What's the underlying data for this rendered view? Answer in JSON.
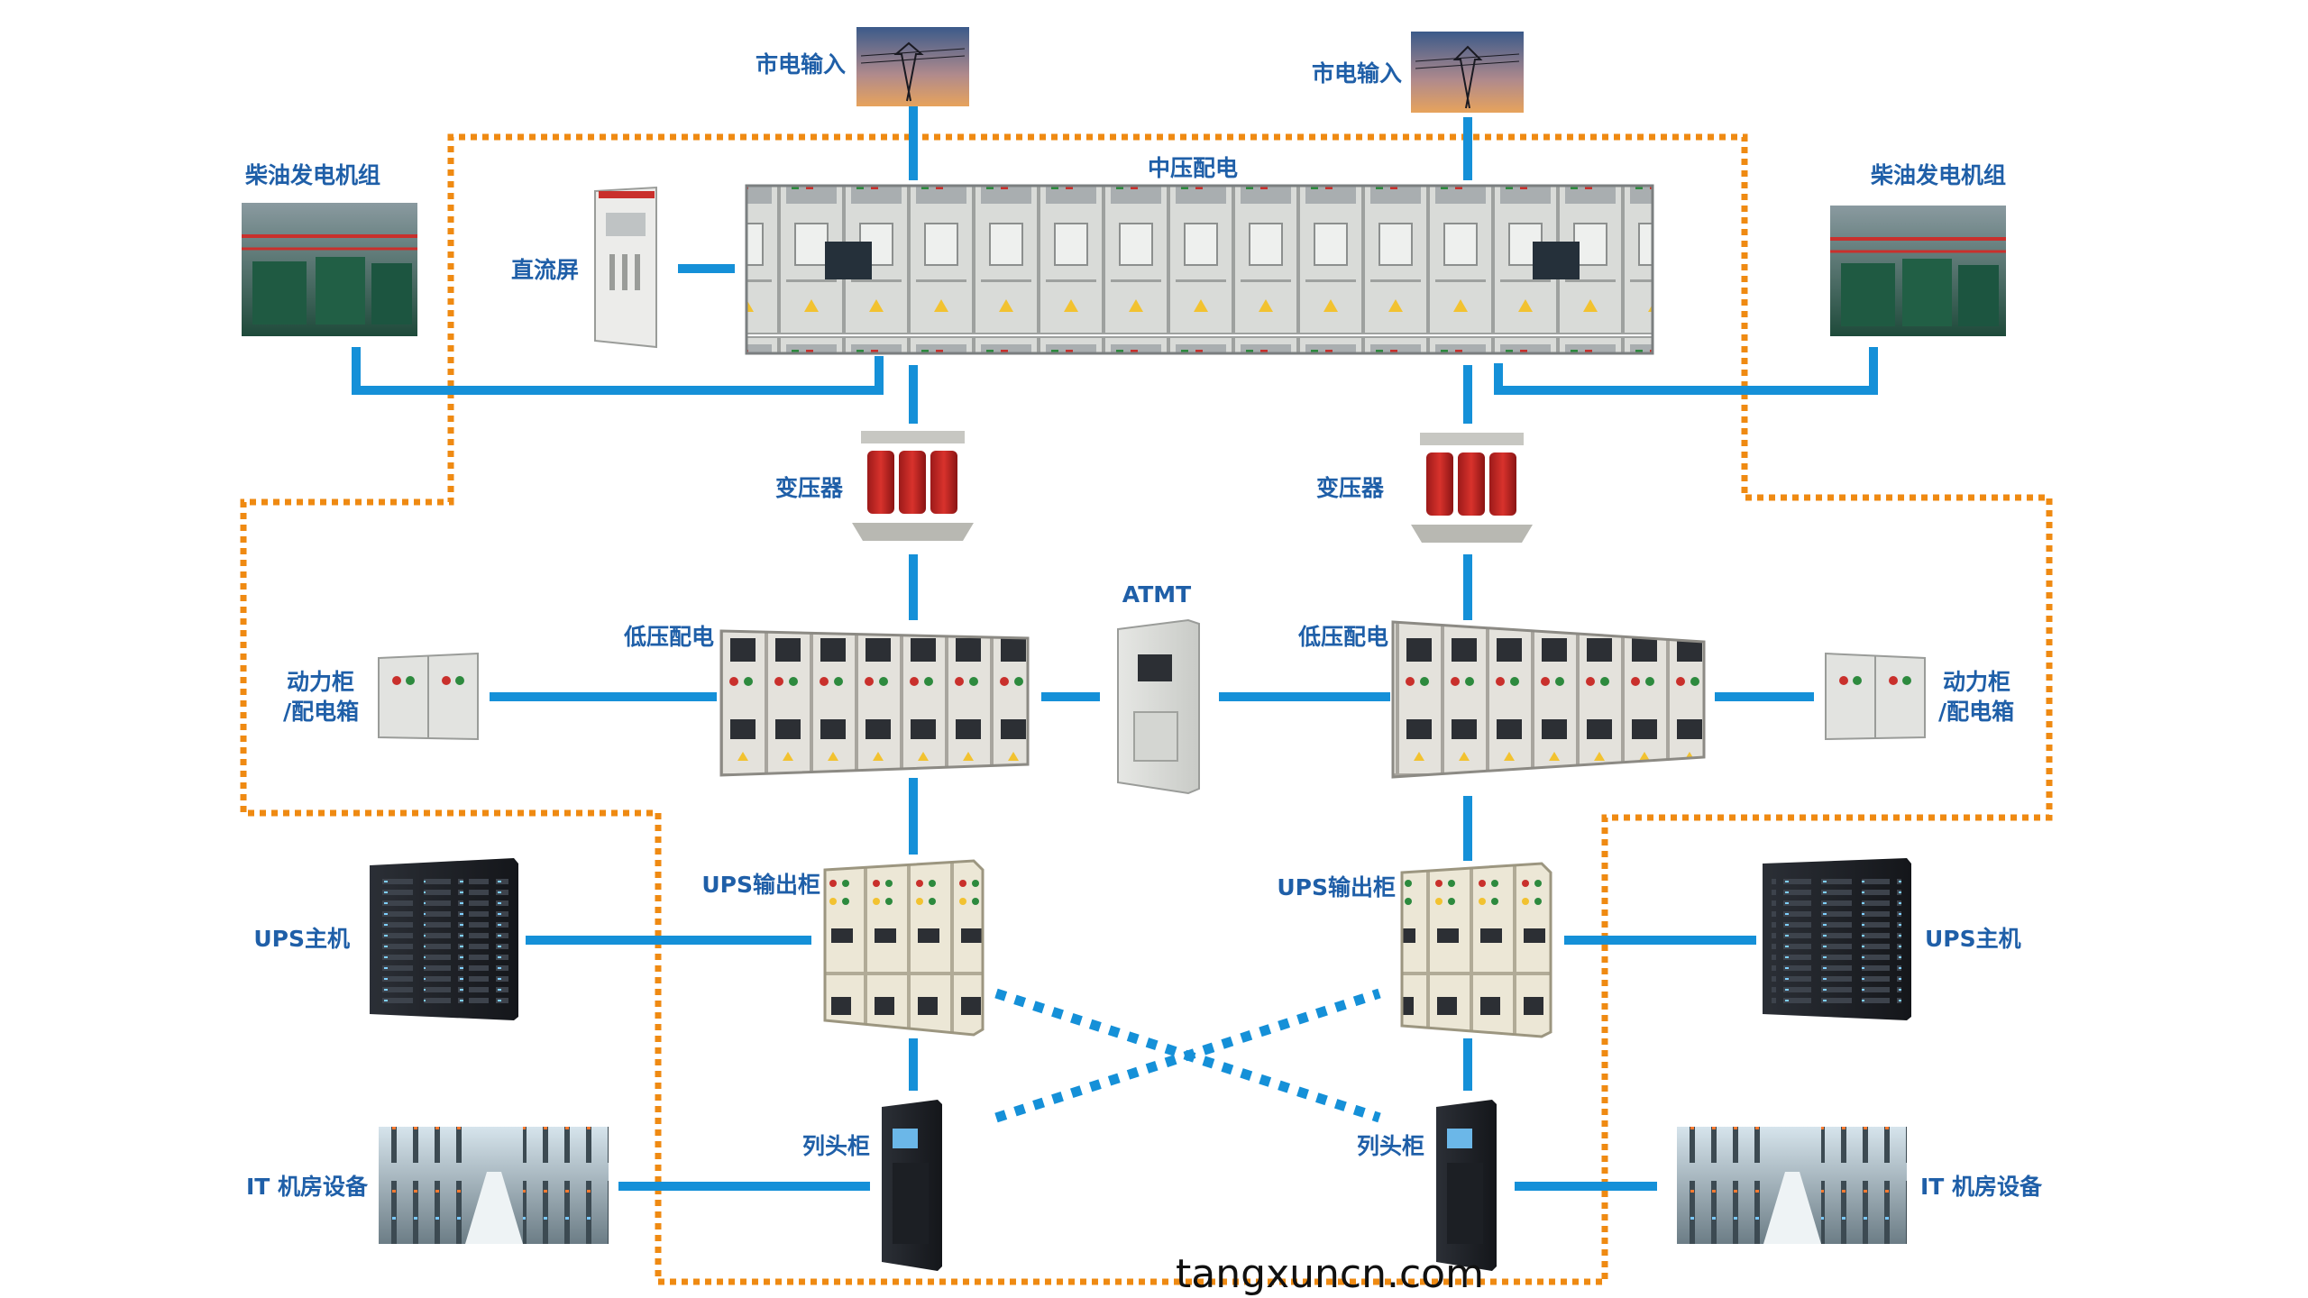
{
  "labels": {
    "grid_input_left": "市电输入",
    "grid_input_right": "市电输入",
    "mv_switchgear": "中压配电",
    "dc_panel": "直流屏",
    "generator_left": "柴油发电机组",
    "generator_right": "柴油发电机组",
    "transformer_left": "变压器",
    "transformer_right": "变压器",
    "atmt": "ATMT",
    "lv_left": "低压配电",
    "lv_right": "低压配电",
    "power_cabinet_left_line1": "动力柜",
    "power_cabinet_left_line2": "/配电箱",
    "power_cabinet_right_line1": "动力柜",
    "power_cabinet_right_line2": "/配电箱",
    "ups_output_left": "UPS输出柜",
    "ups_output_right": "UPS输出柜",
    "ups_host_left": "UPS主机",
    "ups_host_right": "UPS主机",
    "column_head_left": "列头柜",
    "column_head_right": "列头柜",
    "it_room_left": "IT 机房设备",
    "it_room_right": "IT 机房设备"
  },
  "watermark": "tangxuncn.com",
  "colors": {
    "wire": "#1590d8",
    "boundary": "#ef8a12",
    "label": "#1f5fa8"
  }
}
